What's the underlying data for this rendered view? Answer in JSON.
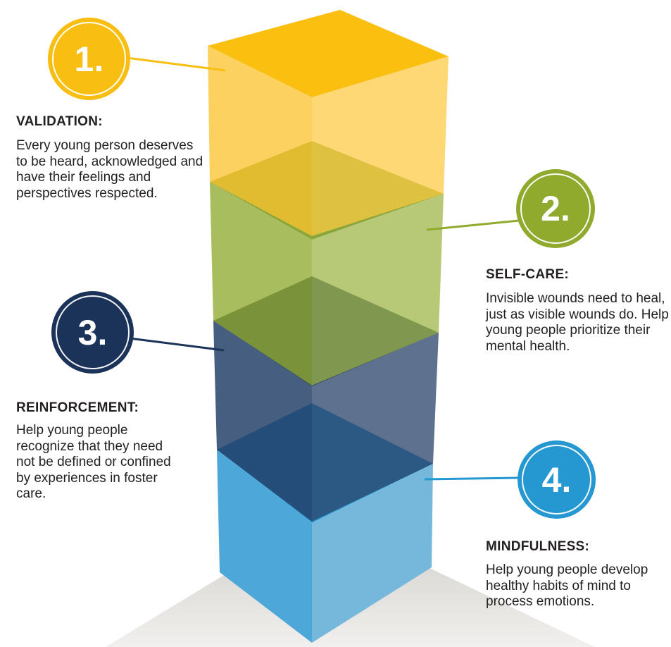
{
  "steps": [
    {
      "number": "1.",
      "heading": "VALIDATION:",
      "text": "Every young person deserves to be heard, acknowledged and have their feelings and perspectives respected.",
      "color": "#f8bf12"
    },
    {
      "number": "2.",
      "heading": "SELF-CARE:",
      "text": "Invisible wounds need to heal, just as visible wounds do. Help young people prioritize their mental health.",
      "color": "#8faa2d"
    },
    {
      "number": "3.",
      "heading": "REINFORCEMENT:",
      "text": "Help young people recognize that they need not be defined or confined by experiences in foster care.",
      "color": "#1b3359"
    },
    {
      "number": "4.",
      "heading": "MINDFULNESS:",
      "text": "Help young people develop healthy habits of mind to process emotions.",
      "color": "#2597d1"
    }
  ]
}
